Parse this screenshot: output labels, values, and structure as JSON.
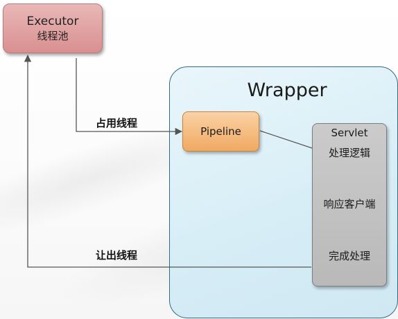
{
  "executor": {
    "title": "Executor",
    "subtitle": "线程池"
  },
  "wrapper": {
    "title": "Wrapper"
  },
  "pipeline": {
    "label": "Pipeline"
  },
  "servlet": {
    "title": "Servlet",
    "steps": [
      "处理逻辑",
      "响应客户端",
      "完成处理"
    ]
  },
  "edges": {
    "occupy_thread": "占用线程",
    "release_thread": "让出线程"
  },
  "colors": {
    "executor_fill": "#d98f8f",
    "pipeline_fill": "#f0a962",
    "wrapper_fill": "#d6edf6",
    "servlet_fill": "#bfbfbf",
    "line": "#555555"
  }
}
